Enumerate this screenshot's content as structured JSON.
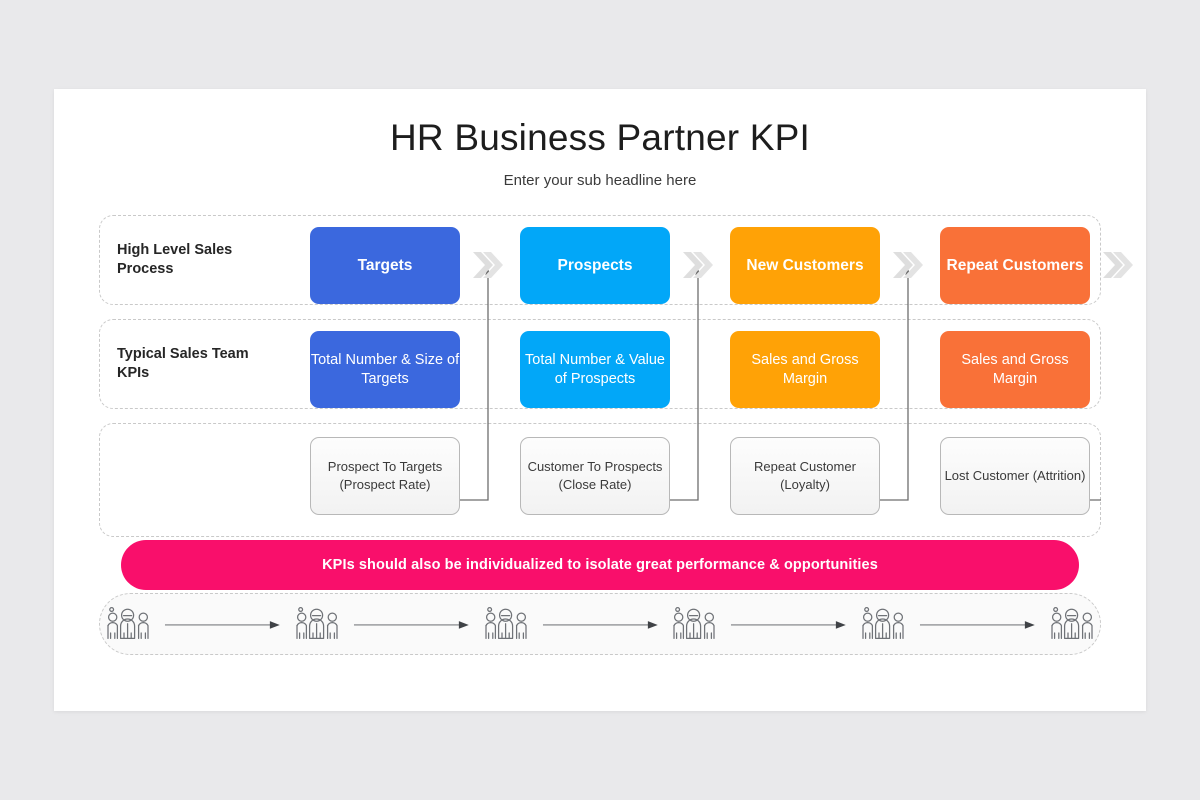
{
  "slide": {
    "title": "HR Business Partner KPI",
    "subtitle": "Enter your sub headline here"
  },
  "rows": {
    "row1_label": "High Level Sales Process",
    "row2_label": "Typical Sales Team KPIs"
  },
  "process": [
    {
      "label": "Targets",
      "color": "#3b68de"
    },
    {
      "label": "Prospects",
      "color": "#02a7f8"
    },
    {
      "label": "New Customers",
      "color": "#ffa206"
    },
    {
      "label": "Repeat Customers",
      "color": "#f97138"
    }
  ],
  "kpis": [
    {
      "label": "Total Number & Size of Targets",
      "color": "#3b68de"
    },
    {
      "label": "Total Number & Value of Prospects",
      "color": "#02a7f8"
    },
    {
      "label": "Sales and Gross Margin",
      "color": "#ffa206"
    },
    {
      "label": "Sales and Gross Margin",
      "color": "#f97138"
    }
  ],
  "metrics": [
    {
      "label": "Prospect To Targets (Prospect Rate)"
    },
    {
      "label": "Customer To Prospects (Close Rate)"
    },
    {
      "label": "Repeat Customer (Loyalty)"
    },
    {
      "label": "Lost Customer (Attrition)"
    }
  ],
  "banner": {
    "text": "KPIs should also be individualized to isolate great performance & opportunities"
  },
  "people_strip": {
    "group_count": 6,
    "arrow_count": 5,
    "icon": "people-group-icon",
    "arrow_icon": "arrow-right-icon"
  },
  "colors": {
    "page_background": "#e9e9eb",
    "slide_background": "#ffffff",
    "banner": "#f90f6b",
    "chevron": "#dcdcdc",
    "connector": "#6e6e6e",
    "band_border": "#c9c9c9"
  }
}
